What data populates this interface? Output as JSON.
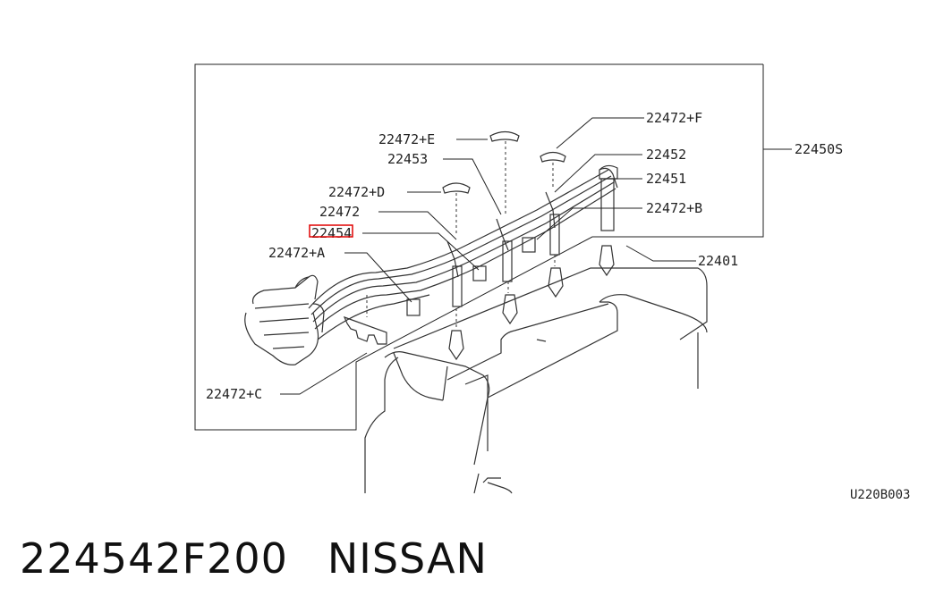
{
  "diagram_code": "U220B003",
  "labels": {
    "l_22472F": "22472+F",
    "l_22450S": "22450S",
    "l_22472E": "22472+E",
    "l_22452": "22452",
    "l_22453": "22453",
    "l_22451": "22451",
    "l_22472D": "22472+D",
    "l_22472B": "22472+B",
    "l_22472": "22472",
    "l_22454": "22454",
    "l_22401": "22401",
    "l_22472A": "22472+A",
    "l_22472C": "22472+C"
  },
  "highlight": {
    "part": "22454",
    "color": "#e00000"
  },
  "footer": {
    "part_number": "224542F200",
    "brand": "NISSAN"
  }
}
